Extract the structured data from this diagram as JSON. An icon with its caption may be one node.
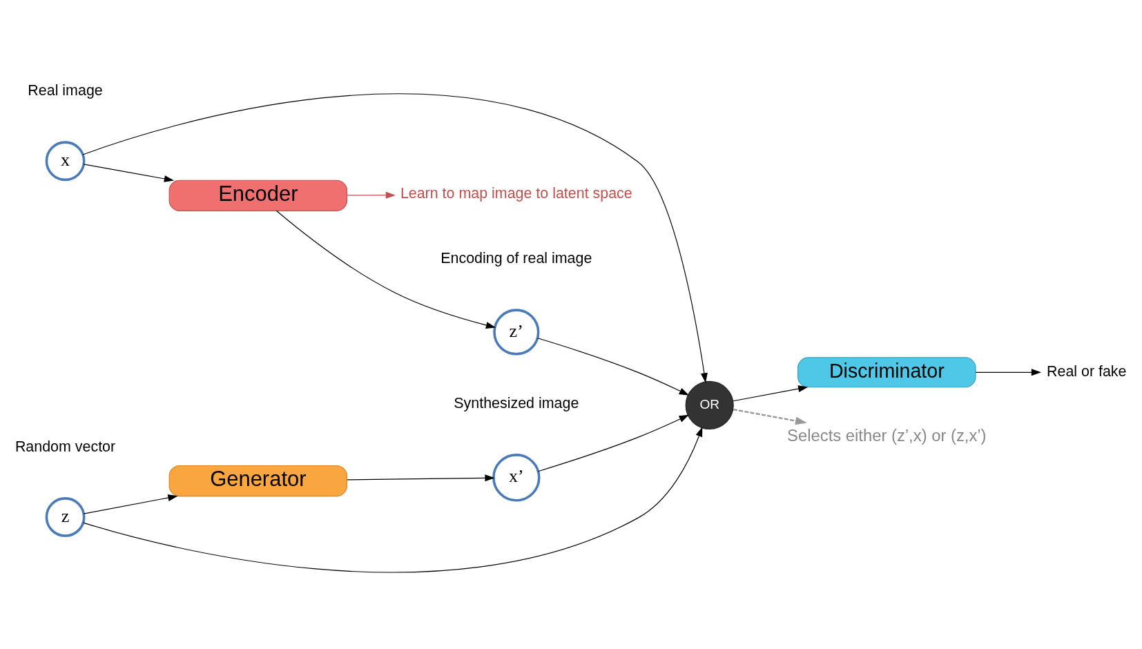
{
  "diagram": {
    "nodes": [
      {
        "text": [
          "z"
        ],
        "beside": [
          "Random vector"
        ]
      },
      {
        "text": [
          "Generator"
        ]
      },
      {
        "text": [
          "x’"
        ],
        "beside": [
          "Synthesized image"
        ]
      },
      {
        "text": [
          "OR"
        ]
      },
      {
        "text": [
          "Discriminator"
        ]
      },
      {
        "text": [
          "Real or fake"
        ]
      },
      {
        "text": [
          "Selects either (z’,x) or (z,x’)"
        ]
      },
      {
        "text": [
          "z’"
        ],
        "beside": [
          "Encoding of real image"
        ]
      },
      {
        "text": [
          "Encoder"
        ]
      },
      {
        "text": [
          "x"
        ],
        "beside": [
          "Real image"
        ]
      },
      {
        "text": [
          "Learn to map image to latent space"
        ]
      }
    ],
    "edges": [
      {
        "from": 0,
        "to": 1,
        "arrow": "to"
      },
      {
        "from": 1,
        "to": 2,
        "arrow": "to"
      },
      {
        "from": 2,
        "to": 3,
        "arrow": "to"
      },
      {
        "from": 0,
        "to": 3,
        "arrow": "to"
      },
      {
        "from": 7,
        "to": 3,
        "arrow": "to"
      },
      {
        "from": 9,
        "to": 3,
        "arrow": "to"
      },
      {
        "from": 3,
        "to": 4,
        "arrow": "to"
      },
      {
        "from": 4,
        "to": 5,
        "arrow": "to"
      },
      {
        "from": 3,
        "to": 6,
        "arrow": "to",
        "style": "dashed",
        "color": "#999999"
      },
      {
        "from": 9,
        "to": 8,
        "arrow": "to"
      },
      {
        "from": 8,
        "to": 7,
        "arrow": "to"
      },
      {
        "from": 8,
        "to": 10,
        "arrow": "to",
        "color": "#c0504d"
      }
    ]
  }
}
